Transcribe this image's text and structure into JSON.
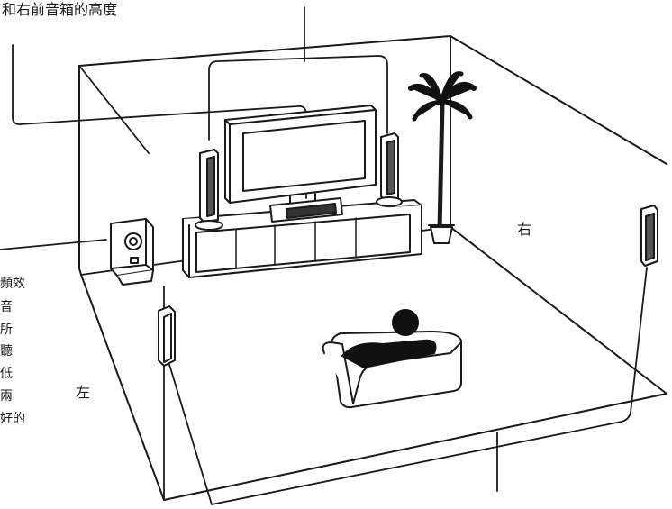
{
  "header_text": "和右前音箱的高度",
  "left_note_lines": [
    "頻效",
    "音",
    "所",
    "聽",
    "低",
    "兩",
    "好的"
  ],
  "label_left": "左",
  "label_right": "右",
  "colors": {
    "line": "#1a1a1a",
    "fill": "#ffffff",
    "shade": "#d9d9d9",
    "dark": "#111111"
  }
}
